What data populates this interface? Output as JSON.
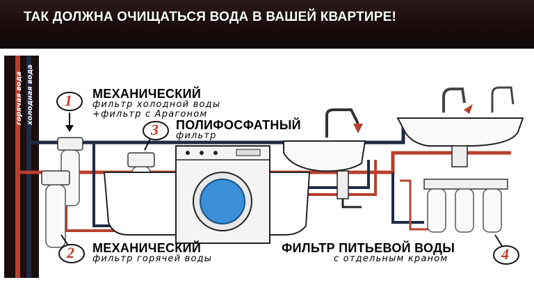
{
  "banner": {
    "title": "ТАК ДОЛЖНА ОЧИЩАТЬСЯ ВОДА В ВАШЕЙ КВАРТИРЕ!"
  },
  "pipes": {
    "hot_label": "горячая вода",
    "cold_label": "холодная вода"
  },
  "filters": [
    {
      "number": "1",
      "title": "МЕХАНИЧЕСКИЙ",
      "lines": [
        "фильтр холодной воды",
        "+фильтр с Арагоном"
      ]
    },
    {
      "number": "2",
      "title": "МЕХАНИЧЕСКИЙ",
      "lines": [
        "фильтр горячей воды"
      ]
    },
    {
      "number": "3",
      "title": "ПОЛИФОСФАТНЫЙ",
      "lines": [
        "фильтр"
      ]
    },
    {
      "number": "4",
      "title": "ФИЛЬТР ПИТЬЕВОЙ ВОДЫ",
      "lines": [
        "с отдельным краном"
      ]
    }
  ],
  "colors": {
    "hot": "#b8402e",
    "cold": "#1f2a44",
    "accent": "#c0392b",
    "washer_drum": "#3a8fd6"
  }
}
